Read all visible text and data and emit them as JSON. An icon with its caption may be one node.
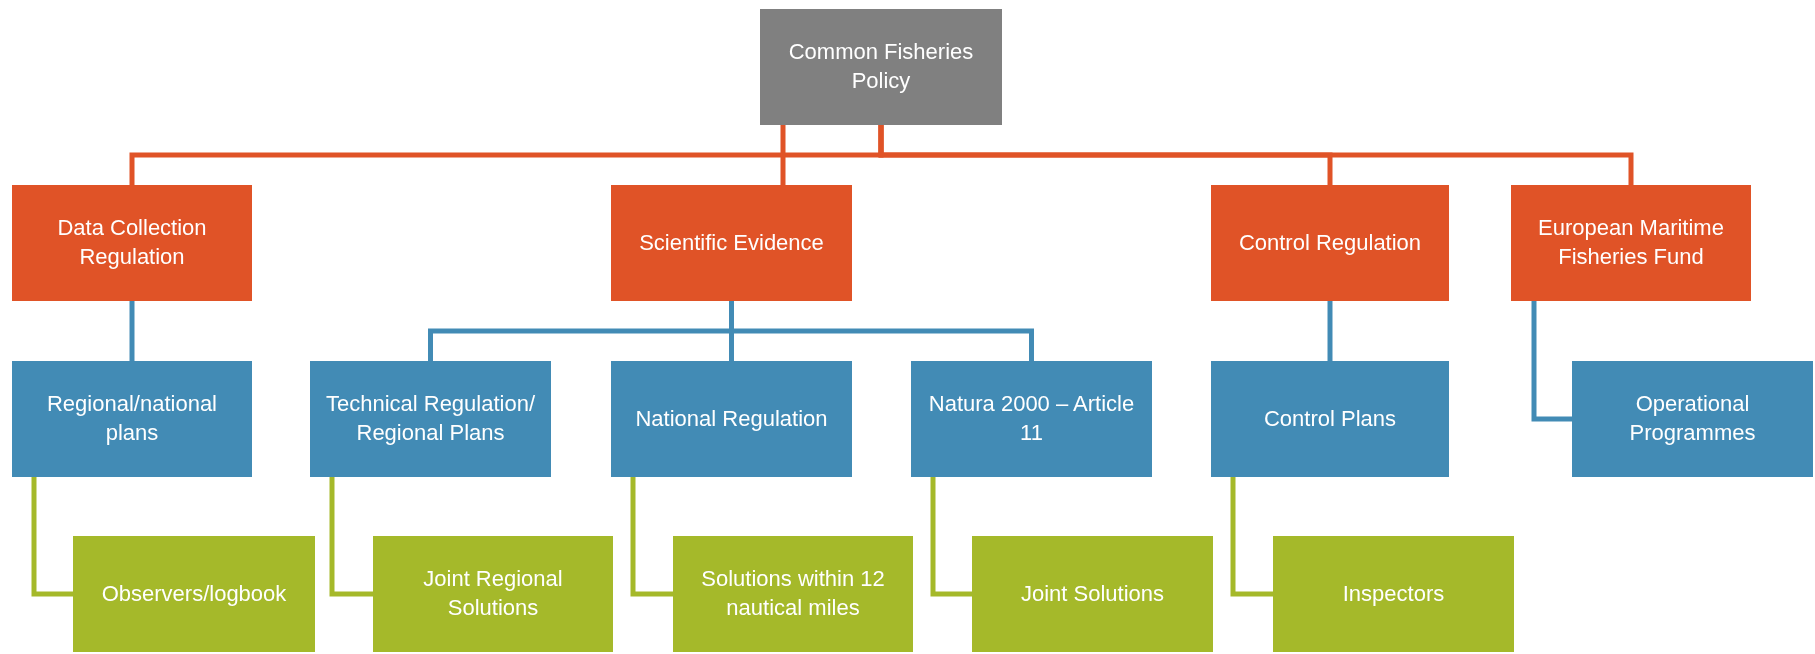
{
  "diagram": {
    "nodes": [
      {
        "text": [
          "Common Fisheries Policy"
        ]
      },
      {
        "text": [
          "Data Collection Regulation"
        ]
      },
      {
        "text": [
          "Scientific Evidence"
        ]
      },
      {
        "text": [
          "Control Regulation"
        ]
      },
      {
        "text": [
          "European Maritime Fisheries Fund"
        ]
      },
      {
        "text": [
          "Regional/national plans"
        ]
      },
      {
        "text": [
          "Technical Regulation/ Regional Plans"
        ]
      },
      {
        "text": [
          "National Regulation"
        ]
      },
      {
        "text": [
          "Natura 2000 – Article 11"
        ]
      },
      {
        "text": [
          "Control Plans"
        ]
      },
      {
        "text": [
          "Operational Programmes"
        ]
      },
      {
        "text": [
          "Observers/logbook"
        ]
      },
      {
        "text": [
          "Joint Regional Solutions"
        ]
      },
      {
        "text": [
          "Solutions within 12 nautical miles"
        ]
      },
      {
        "text": [
          "Joint Solutions"
        ]
      },
      {
        "text": [
          "Inspectors"
        ]
      }
    ],
    "edges": [
      {
        "from": 0,
        "to": 1,
        "arrow": "none",
        "color": "#e05327"
      },
      {
        "from": 0,
        "to": 2,
        "arrow": "none",
        "color": "#e05327"
      },
      {
        "from": 0,
        "to": 3,
        "arrow": "none",
        "color": "#e05327"
      },
      {
        "from": 0,
        "to": 4,
        "arrow": "none",
        "color": "#e05327"
      },
      {
        "from": 1,
        "to": 5,
        "arrow": "none"
      },
      {
        "from": 2,
        "to": 6,
        "arrow": "none"
      },
      {
        "from": 2,
        "to": 7,
        "arrow": "none"
      },
      {
        "from": 2,
        "to": 8,
        "arrow": "none"
      },
      {
        "from": 3,
        "to": 9,
        "arrow": "none"
      },
      {
        "from": 4,
        "to": 10,
        "arrow": "none"
      },
      {
        "from": 5,
        "to": 11,
        "arrow": "none",
        "color": "#a5b92a"
      },
      {
        "from": 6,
        "to": 12,
        "arrow": "none",
        "color": "#a5b92a"
      },
      {
        "from": 7,
        "to": 13,
        "arrow": "none",
        "color": "#a5b92a"
      },
      {
        "from": 8,
        "to": 14,
        "arrow": "none",
        "color": "#a5b92a"
      },
      {
        "from": 9,
        "to": 15,
        "arrow": "none",
        "color": "#a5b92a"
      }
    ]
  }
}
